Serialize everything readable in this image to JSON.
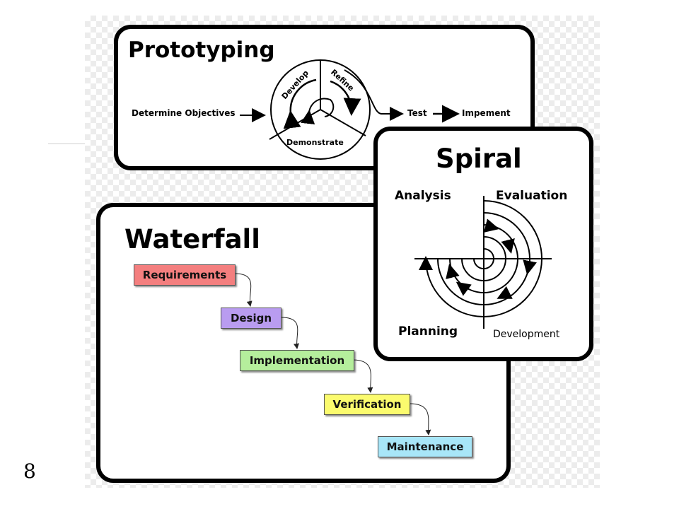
{
  "slide_number": "8",
  "colors": {
    "requirements": "#f47f7f",
    "design": "#b99cf0",
    "implementation": "#b5ee9c",
    "verification": "#fbfb6e",
    "maintenance": "#a8e6f8"
  },
  "prototyping": {
    "title": "Prototyping",
    "start_label": "Determine Objectives",
    "cycle_labels": {
      "develop": "Develop",
      "refine": "Refine",
      "demonstrate": "Demonstrate"
    },
    "test_label": "Test",
    "implement_label": "Impement"
  },
  "waterfall": {
    "title": "Waterfall",
    "steps": [
      "Requirements",
      "Design",
      "Implementation",
      "Verification",
      "Maintenance"
    ]
  },
  "spiral": {
    "title": "Spiral",
    "quadrants": {
      "top_left": "Analysis",
      "top_right": "Evaluation",
      "bottom_left": "Planning",
      "bottom_right": "Development"
    }
  }
}
